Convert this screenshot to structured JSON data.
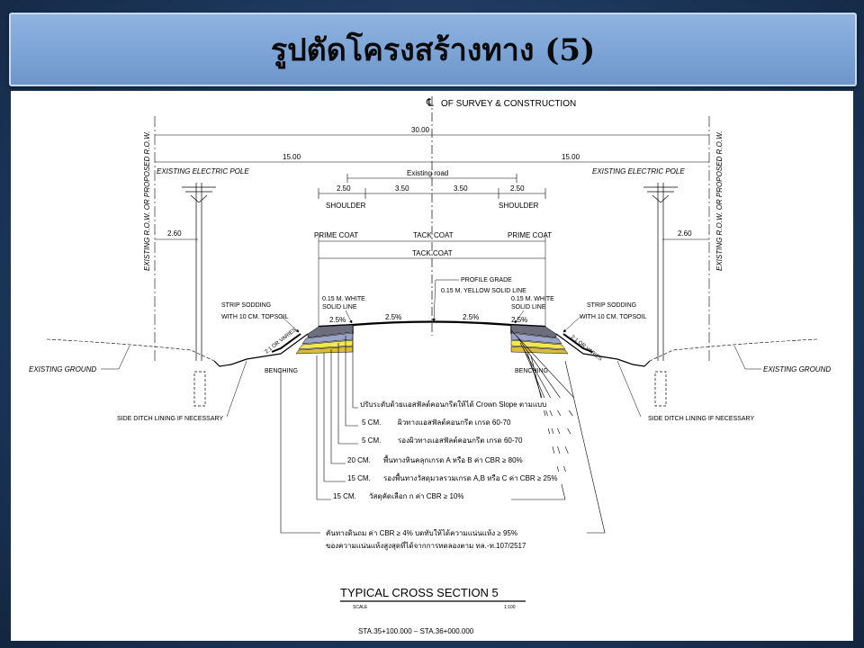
{
  "slide": {
    "title": "รูปตัดโครงสร้างทาง (5)"
  },
  "drawing": {
    "centerline_symbol": "℄",
    "centerline_label": "OF SURVEY & CONSTRUCTION",
    "dim_total": "30.00",
    "dim_left_half": "15.00",
    "dim_right_half": "15.00",
    "existing_road": "Existing road",
    "dim_shoulder_left": "2.50",
    "dim_lane_left": "3.50",
    "dim_lane_right": "3.50",
    "dim_shoulder_right": "2.50",
    "shoulder_left": "SHOULDER",
    "shoulder_right": "SHOULDER",
    "prime_coat_left": "PRIME COAT",
    "tack_coat_center": "TACK COAT",
    "prime_coat_right": "PRIME COAT",
    "tack_coat_full": "TACK COAT",
    "pole_left": "EXISTING ELECTRIC POLE",
    "pole_right": "EXISTING ELECTRIC POLE",
    "row_left": "EXISTING R.O.W. OR PROPOSED R.O.W.",
    "row_right": "EXISTING R.O.W. OR PROPOSED R.O.W.",
    "dim_pole_left": "2.60",
    "dim_pole_right": "2.60",
    "profile_grade": "PROFILE GRADE",
    "yellow_line": "0.15 M. YELLOW SOLID LINE",
    "white_line_left_1": "0.15 M. WHITE",
    "white_line_left_2": "SOLID LINE",
    "white_line_right_1": "0.15 M. WHITE",
    "white_line_right_2": "SOLID LINE",
    "sodding_left_1": "STRIP SODDING",
    "sodding_left_2": "WITH 10 CM. TOPSOIL",
    "sodding_right_1": "STRIP SODDING",
    "sodding_right_2": "WITH 10 CM. TOPSOIL",
    "slope_shoulder_left": "2.5%",
    "slope_lane_left": "2.5%",
    "slope_lane_right": "2.5%",
    "slope_shoulder_right": "2.5%",
    "side_slope_left": "2:1 OR VARIES",
    "side_slope_right": "2:1 OR VARIES",
    "ground_left": "EXISTING GROUND",
    "ground_right": "EXISTING GROUND",
    "benching_left": "BENCHING",
    "benching_right": "BENCHING",
    "ditch_left": "SIDE DITCH LINING IF NECESSARY",
    "ditch_right": "SIDE DITCH LINING IF NECESSARY",
    "layers": [
      {
        "thickness": "",
        "desc": "ปรับระดับด้วยแอสฟัลต์คอนกรีตให้ได้ Crown Slope ตามแบบ"
      },
      {
        "thickness": "5  CM.",
        "desc": "ผิวทางแอสฟัลต์คอนกรีต เกรด 60-70"
      },
      {
        "thickness": "5  CM.",
        "desc": "รองผิวทางแอสฟัลต์คอนกรีต เกรด 60-70"
      },
      {
        "thickness": "20  CM.",
        "desc": "พื้นทางหินคลุกเกรด A  หรือ B  ค่า CBR ≥ 80%"
      },
      {
        "thickness": "15  CM.",
        "desc": "รองพื้นทางวัสดุมวลรวมเกรด A,B  หรือ C  ค่า CBR ≥ 25%"
      },
      {
        "thickness": "15  CM.",
        "desc": "วัสดุคัดเลือก ก ค่า CBR ≥ 10%"
      }
    ],
    "embankment_1": "คันทางดินถม  ค่า CBR ≥ 4%  บดทับให้ได้ความแน่นแห้ง ≥ 95%",
    "embankment_2": "ของความแน่นแห้งสูงสุดที่ได้จากการทดลองตาม ทล.-ท.107/2517",
    "section_title": "TYPICAL  CROSS  SECTION  5",
    "scale_label": "SCALE",
    "scale_value": "1:100",
    "station": "STA.35+100.000  –  STA.36+000.000"
  }
}
